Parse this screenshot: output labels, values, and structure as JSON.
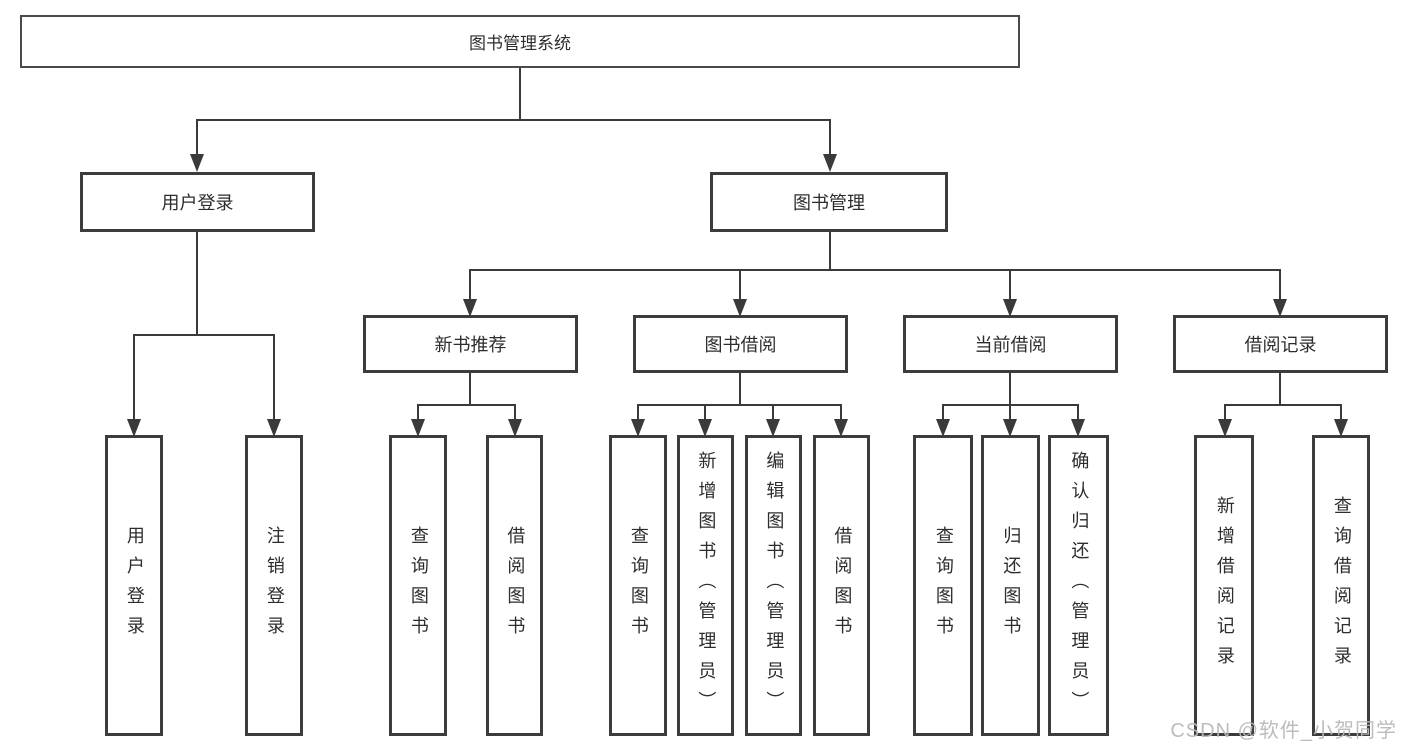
{
  "diagram": {
    "title": "图书管理系统",
    "tree": {
      "label": "图书管理系统",
      "children": [
        {
          "label": "用户登录",
          "children": [
            {
              "label": "用户登录"
            },
            {
              "label": "注销登录"
            }
          ]
        },
        {
          "label": "图书管理",
          "children": [
            {
              "label": "新书推荐",
              "children": [
                {
                  "label": "查询图书"
                },
                {
                  "label": "借阅图书"
                }
              ]
            },
            {
              "label": "图书借阅",
              "children": [
                {
                  "label": "查询图书"
                },
                {
                  "label": "新增图书（管理员）"
                },
                {
                  "label": "编辑图书（管理员）"
                },
                {
                  "label": "借阅图书"
                }
              ]
            },
            {
              "label": "当前借阅",
              "children": [
                {
                  "label": "查询图书"
                },
                {
                  "label": "归还图书"
                },
                {
                  "label": "确认归还（管理员）"
                }
              ]
            },
            {
              "label": "借阅记录",
              "children": [
                {
                  "label": "新增借阅记录"
                },
                {
                  "label": "查询借阅记录"
                }
              ]
            }
          ]
        }
      ]
    }
  },
  "watermark": {
    "text": "CSDN @软件_小贺同学"
  },
  "colors": {
    "line": "#3a3a3a",
    "border": "#3c3c3c",
    "text": "#2d2d2d",
    "background": "#ffffff",
    "watermark": "#b9b9b9"
  }
}
